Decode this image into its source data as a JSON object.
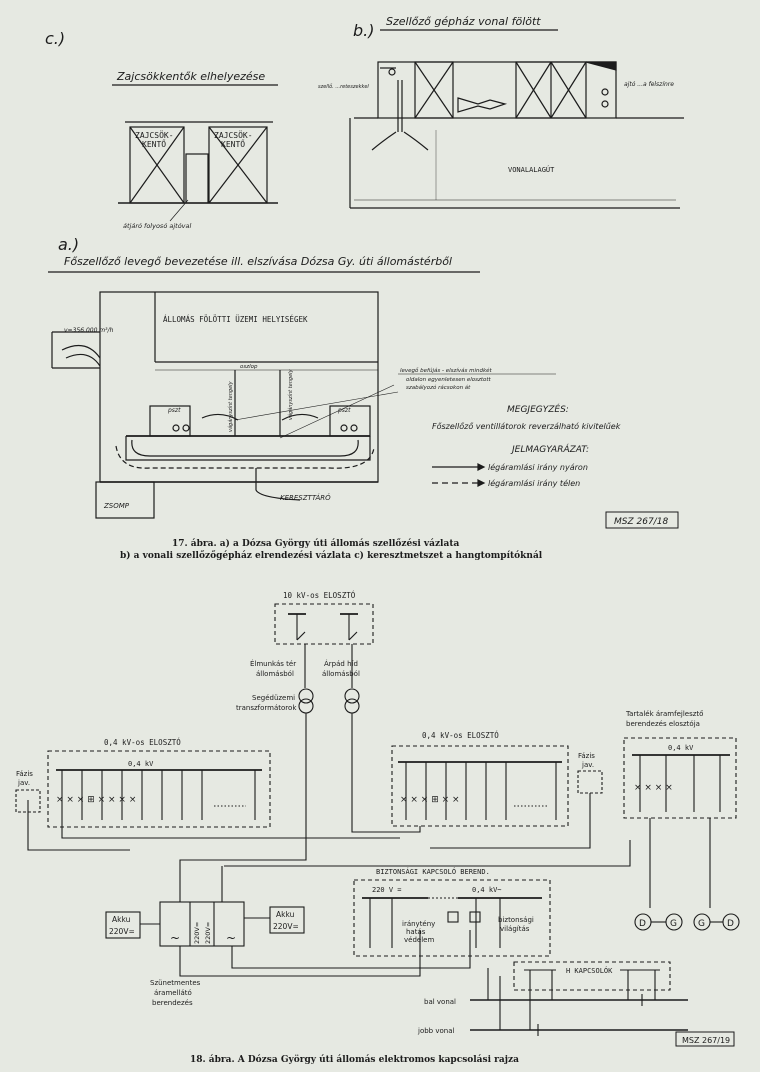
{
  "fig17": {
    "label_c": "c.)",
    "label_b": "b.)",
    "label_a": "a.)",
    "c_title": "Zajcsökkentők elhelyezése",
    "c_box1": [
      "ZAJCSÖK-",
      "KENTŐ"
    ],
    "c_box2": [
      "ZAJCSÖK-",
      "KENTŐ"
    ],
    "c_door": "átjáró folyosó ajtóval",
    "b_title": "Szellőző gépház vonal fölött",
    "b_left": "szellő. ...reteszekkel",
    "b_right": "ajtó ...a felszínre",
    "b_tunnel": "VONALALAGÚT",
    "a_title": "Főszellőző levegő bevezetése ill. elszívása Dózsa Gy. úti állomástérből",
    "a_flow": "v=356.000 m³/h",
    "a_rooms": "ÁLLOMÁS FÖLÖTTI ÜZEMI HELYISÉGEK",
    "a_pillar": "oszlop",
    "a_axis1": "vágányszínt tengely",
    "a_axis2": "vágányszínt tengely",
    "a_pszt1": "pszt",
    "a_pszt2": "pszt",
    "a_note1": "levegő befújás - elszívás mindkét",
    "a_note2": "oldalon egyenletesen elosztott",
    "a_note3": "szabályozó rácsokon át",
    "a_crossing": "KERESZTTÁRÓ",
    "a_sump": "ZSOMP",
    "remark_title": "MEGJEGYZÉS:",
    "remark_text": "Főszellőző ventillátorok reverzálható kivitelűek",
    "legend_title": "JELMAGYARÁZAT:",
    "legend_summer": "légáramlási irány nyáron",
    "legend_winter": "légáramlási irány télen",
    "standard": "MSZ 267/18",
    "caption_line1": "17. ábra. a) a Dózsa György úti állomás szellőzési vázlata",
    "caption_line2": "b) a vonali szellőzőgépház elrendezési vázlata    c) keresztmetszet a hangtompítóknál"
  },
  "fig18": {
    "dist10": "10 kV-os ELOSZTÓ",
    "src1": [
      "Élmunkás tér",
      "állomásból"
    ],
    "src2": [
      "Árpád híd",
      "állomásból"
    ],
    "aux": [
      "Segédüzemi",
      "transzformátorok"
    ],
    "dist04_left": "0,4 kV-os ELOSZTÓ",
    "dist04_right": "0,4 kV-os ELOSZTÓ",
    "v04": "0,4 kV",
    "phase1": [
      "Fázis",
      "jav."
    ],
    "phase2": [
      "Fázis",
      "jav."
    ],
    "reserve": [
      "Tartalék áramfejlesztő",
      "berendezés elosztója"
    ],
    "reserve_v": "0,4 kV",
    "safety": "BIZTONSÁGI KAPCSOLÓ BEREND.",
    "v220": "220 V =",
    "v04ac": "0,4 kV~",
    "akku1": [
      "Akku",
      "220V="
    ],
    "akku2": [
      "Akku",
      "220V="
    ],
    "ups_label": [
      "Szünetmentes",
      "áramellátó",
      "berendezés"
    ],
    "ups_v1": "220V=",
    "ups_v2": "220V=",
    "ups_tilde": "~",
    "dir_prot": [
      "iránytény",
      "hatás",
      "védelem"
    ],
    "safety_light": [
      "biztonsági",
      "világítás"
    ],
    "h_switch": "H KAPCSOLÓK",
    "line_left": "bal vonal",
    "line_right": "jobb vonal",
    "standard": "MSZ 267/19",
    "caption": "18. ábra. A Dózsa György úti állomás elektromos kapcsolási rajza",
    "machines": [
      "D",
      "G",
      "G",
      "D"
    ]
  }
}
